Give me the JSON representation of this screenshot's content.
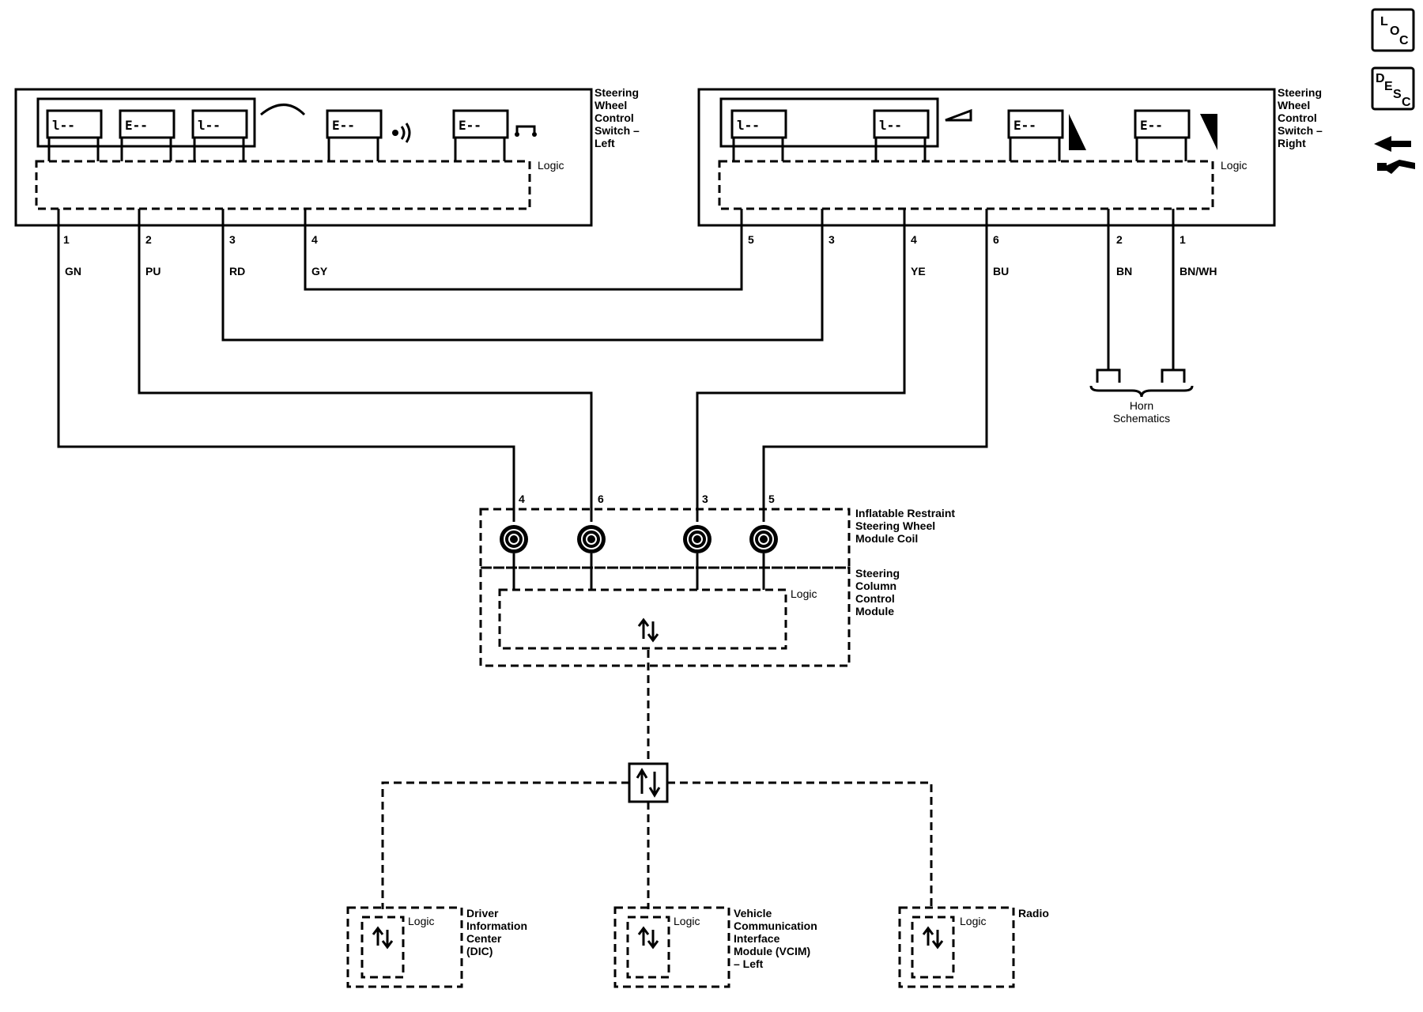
{
  "icons": {
    "loc": [
      "L",
      "O",
      "C"
    ],
    "desc": [
      "D",
      "E",
      "S",
      "C"
    ]
  },
  "modules": {
    "switch_left": {
      "name": [
        "Steering",
        "Wheel",
        "Control",
        "Switch –",
        "Left"
      ],
      "logic": "Logic"
    },
    "switch_right": {
      "name": [
        "Steering",
        "Wheel",
        "Control",
        "Switch –",
        "Right"
      ],
      "logic": "Logic"
    },
    "coil": {
      "name": [
        "Inflatable Restraint",
        "Steering Wheel",
        "Module Coil"
      ]
    },
    "sccm": {
      "name": [
        "Steering",
        "Column",
        "Control",
        "Module"
      ],
      "logic": "Logic"
    },
    "dic": {
      "name": [
        "Driver",
        "Information",
        "Center",
        "(DIC)"
      ],
      "logic": "Logic"
    },
    "vcim": {
      "name": [
        "Vehicle",
        "Communication",
        "Interface",
        "Module (VCIM)",
        "– Left"
      ],
      "logic": "Logic"
    },
    "radio": {
      "name": [
        "Radio"
      ],
      "logic": "Logic"
    }
  },
  "switch_glyph": "E--",
  "switch_glyph_alt": "l--",
  "pins": {
    "left": [
      {
        "pin": "1",
        "color": "GN"
      },
      {
        "pin": "2",
        "color": "PU"
      },
      {
        "pin": "3",
        "color": "RD"
      },
      {
        "pin": "4",
        "color": "GY"
      }
    ],
    "right": [
      {
        "pin": "5",
        "color": ""
      },
      {
        "pin": "3",
        "color": ""
      },
      {
        "pin": "4",
        "color": "YE"
      },
      {
        "pin": "6",
        "color": "BU"
      },
      {
        "pin": "2",
        "color": "BN"
      },
      {
        "pin": "1",
        "color": "BN/WH"
      }
    ],
    "coil": [
      "4",
      "6",
      "3",
      "5"
    ]
  },
  "horn": {
    "label": [
      "Horn",
      "Schematics"
    ]
  },
  "colors": {
    "line": "#000000",
    "background": "#ffffff"
  }
}
